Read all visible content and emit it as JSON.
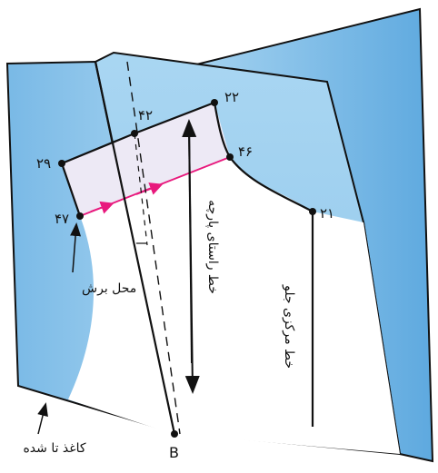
{
  "points": {
    "p22": "۲۲",
    "p42": "۴۲",
    "p46": "۴۶",
    "p29": "۲۹",
    "p47": "۴۷",
    "p21": "۲۱",
    "pB": "B"
  },
  "labels": {
    "grain_line": "خط راستای پارچه",
    "center_front": "خط مرکزی جلو",
    "cut_location": "محل برش",
    "folded_paper": "کاغذ تا شده"
  },
  "colors": {
    "paper_blue": "#8fc7ea",
    "paper_blue_dark": "#5aa8de",
    "shaded_band": "#ede9f5",
    "arrow_line": "#e8197d",
    "outline": "#111111"
  }
}
